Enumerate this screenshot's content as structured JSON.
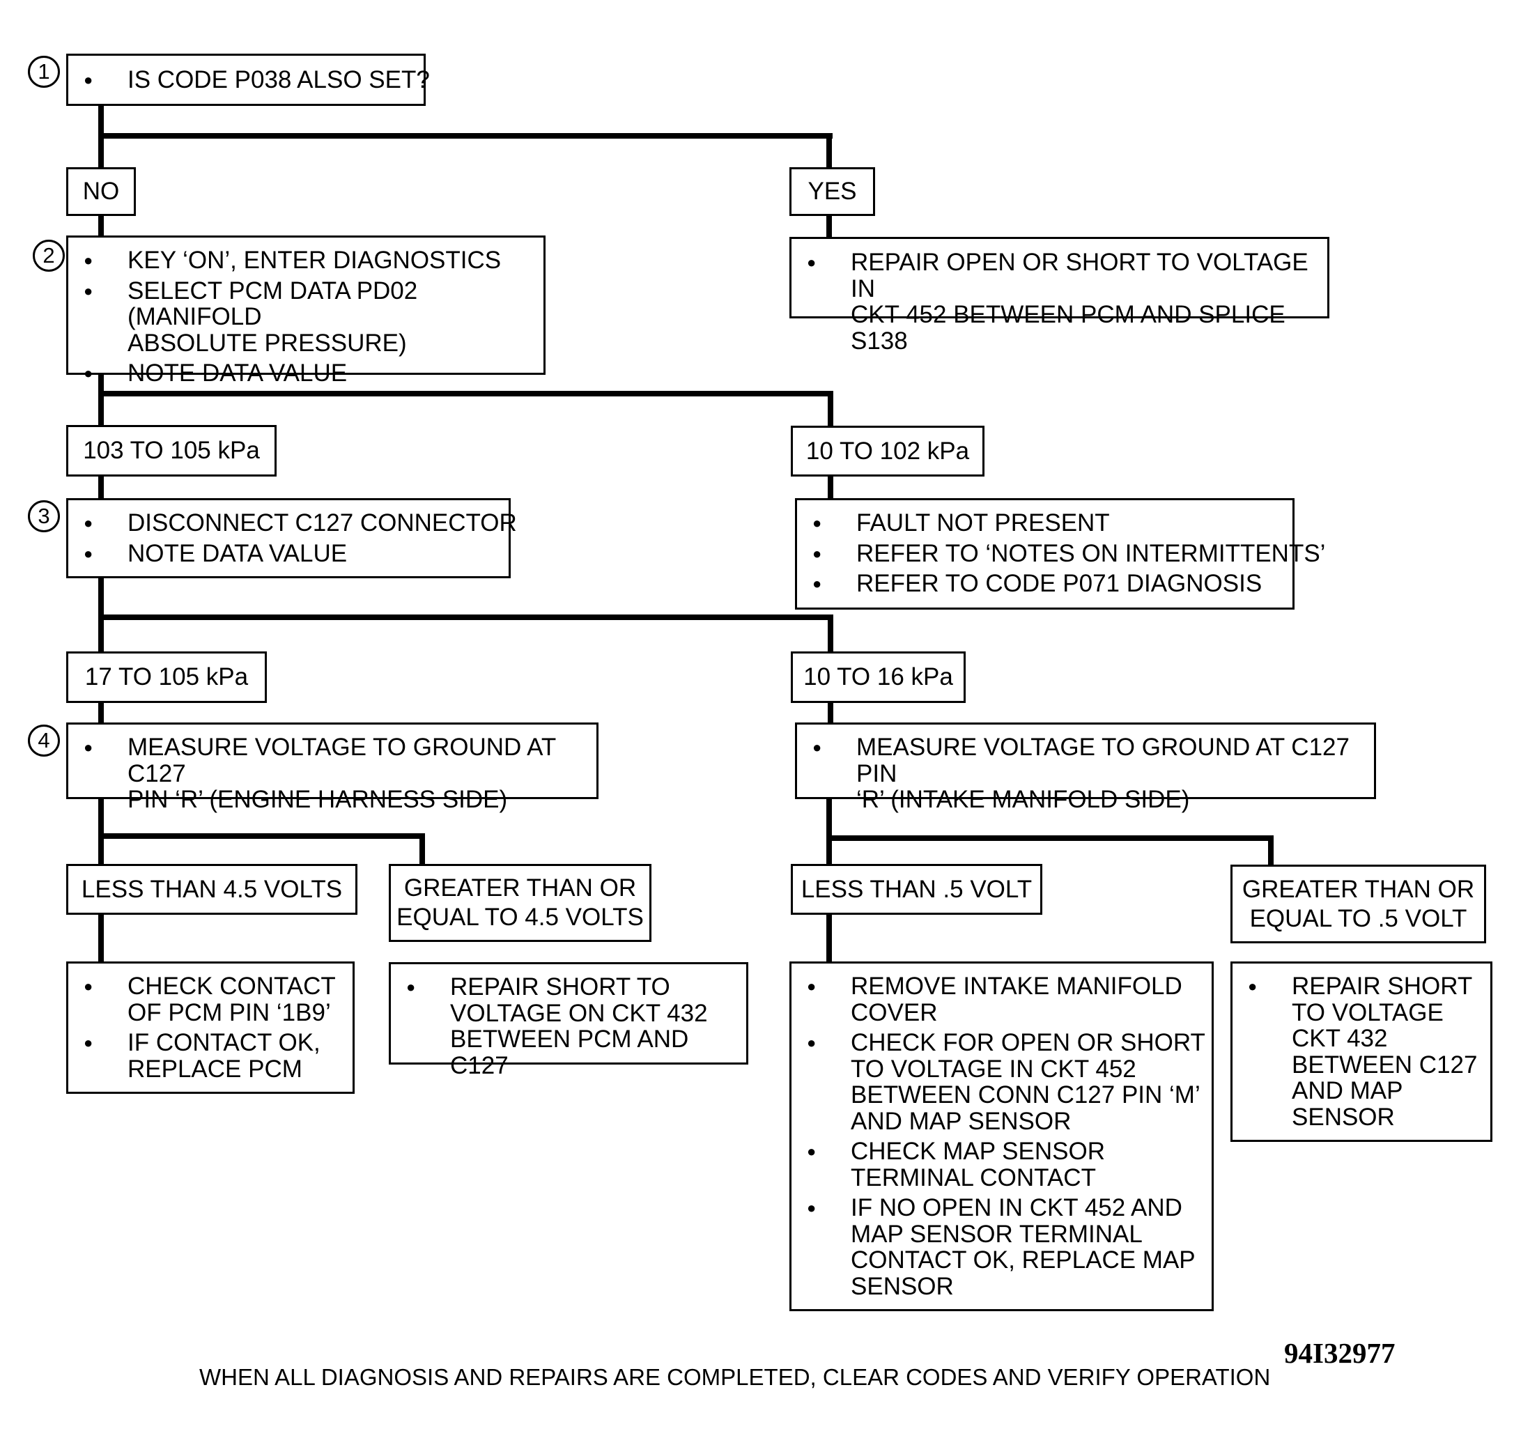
{
  "steps": [
    {
      "number": "1",
      "items": [
        "IS CODE P038 ALSO SET?"
      ]
    },
    {
      "number": "2",
      "items": [
        "KEY ‘ON’, ENTER DIAGNOSTICS",
        "SELECT PCM DATA PD02 (MANIFOLD\nABSOLUTE PRESSURE)",
        "NOTE DATA VALUE"
      ]
    },
    {
      "number": "3",
      "items": [
        "DISCONNECT C127 CONNECTOR",
        "NOTE DATA VALUE"
      ]
    },
    {
      "number": "4",
      "items": [
        "MEASURE VOLTAGE TO GROUND AT C127\nPIN ‘R’ (ENGINE HARNESS SIDE)"
      ]
    }
  ],
  "branches": {
    "q1": {
      "no": "NO",
      "yes": "YES"
    },
    "q2": {
      "left": "103 TO 105 kPa",
      "right": "10 TO 102 kPa"
    },
    "q3": {
      "left": "17 TO 105 kPa",
      "right": "10 TO 16 kPa"
    },
    "q4": {
      "left": "LESS THAN 4.5 VOLTS",
      "right": "GREATER THAN OR\nEQUAL TO 4.5 VOLTS"
    },
    "q5": {
      "left": "LESS THAN .5 VOLT",
      "right": "GREATER THAN OR\nEQUAL TO .5 VOLT"
    }
  },
  "actions": {
    "repair_452": [
      "REPAIR OPEN OR SHORT TO VOLTAGE IN\nCKT 452 BETWEEN PCM AND SPLICE S138"
    ],
    "fault_not_present": [
      "FAULT NOT PRESENT",
      "REFER TO ‘NOTES ON INTERMITTENTS’",
      "REFER TO CODE P071 DIAGNOSIS"
    ],
    "measure_intake": [
      "MEASURE VOLTAGE TO GROUND AT C127 PIN\n‘R’ (INTAKE MANIFOLD SIDE)"
    ],
    "check_pcm": [
      "CHECK CONTACT\nOF PCM PIN ‘1B9’",
      "IF CONTACT OK,\nREPLACE PCM"
    ],
    "repair_432_pcm": [
      "REPAIR SHORT TO\nVOLTAGE ON CKT 432\nBETWEEN PCM AND C127"
    ],
    "remove_cover": [
      "REMOVE INTAKE MANIFOLD\nCOVER",
      "CHECK FOR OPEN OR SHORT\nTO VOLTAGE IN CKT 452\nBETWEEN CONN C127 PIN ‘M’\nAND MAP SENSOR",
      "CHECK MAP SENSOR\nTERMINAL CONTACT",
      "IF NO OPEN IN CKT 452 AND\nMAP SENSOR TERMINAL\nCONTACT OK, REPLACE MAP\nSENSOR"
    ],
    "repair_432_map": [
      "REPAIR  SHORT\nTO VOLTAGE\nCKT 432\nBETWEEN C127\nAND MAP\nSENSOR"
    ]
  },
  "footer": "WHEN ALL DIAGNOSIS AND REPAIRS ARE COMPLETED, CLEAR CODES AND VERIFY OPERATION",
  "figure_id": "94I32977"
}
